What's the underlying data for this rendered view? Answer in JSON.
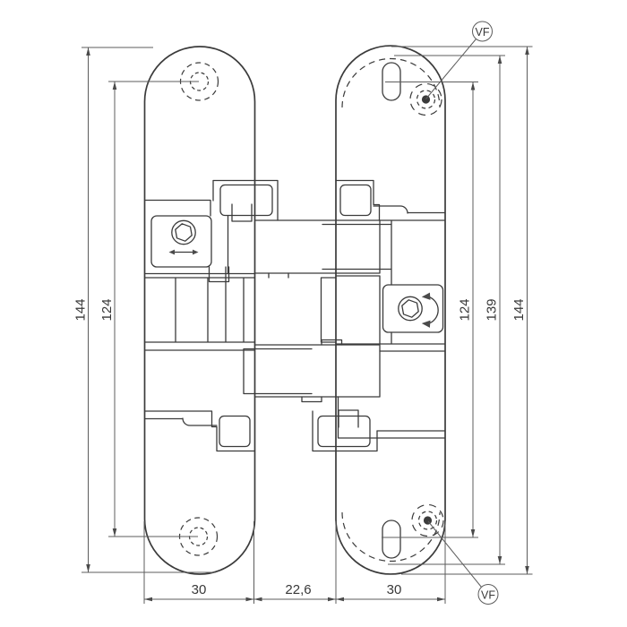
{
  "drawing": {
    "dims": {
      "left": [
        "144",
        "124"
      ],
      "right": [
        "124",
        "139",
        "144"
      ],
      "bottom": [
        "30",
        "22,6",
        "30"
      ]
    },
    "callouts": {
      "top": "VF",
      "bottom": "VF"
    },
    "colors": {
      "background": "#ffffff",
      "part_line": "#3b3b3b",
      "dimension_line": "#5c5c5c",
      "text": "#383838"
    }
  }
}
